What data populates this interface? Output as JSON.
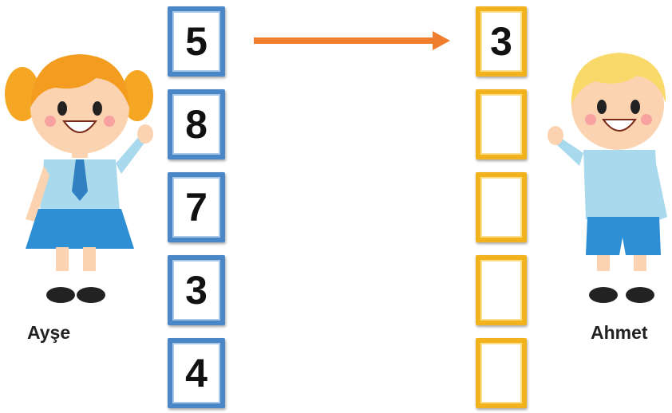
{
  "left_column": {
    "color": "#4b86c6",
    "numbers": [
      "5",
      "8",
      "7",
      "3",
      "4"
    ]
  },
  "right_column": {
    "color": "#f2b21e",
    "numbers": [
      "3",
      "",
      "",
      "",
      ""
    ]
  },
  "arrow_color": "#ef7f2e",
  "characters": {
    "left_name": "Ayşe",
    "right_name": "Ahmet"
  }
}
